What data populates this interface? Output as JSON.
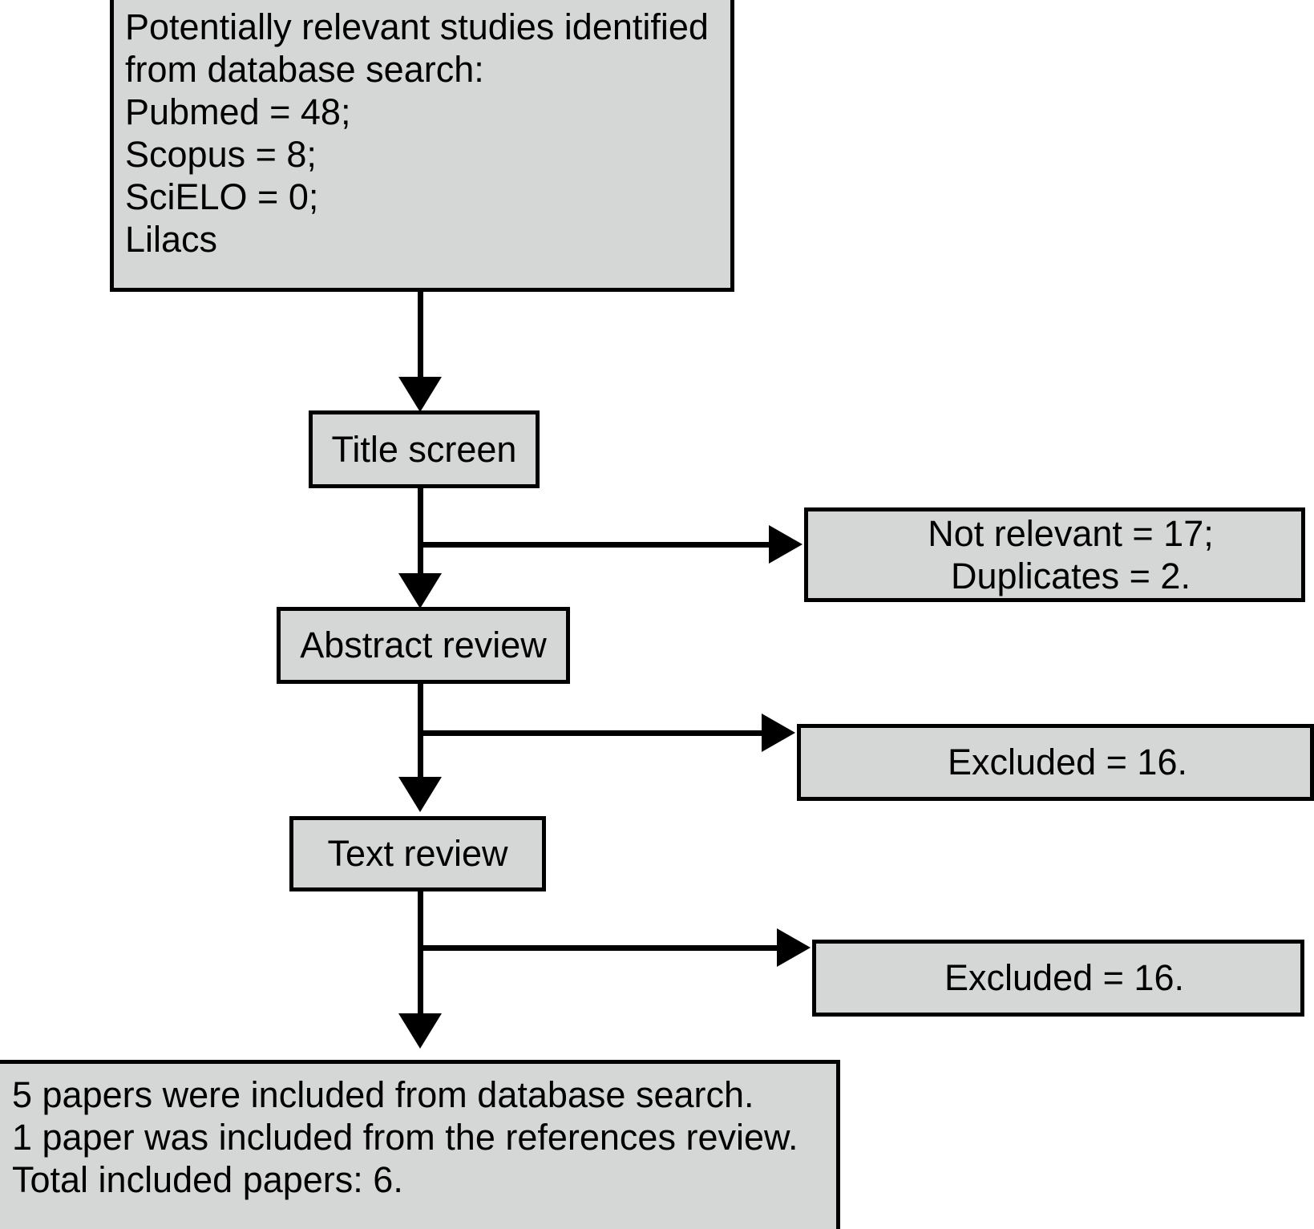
{
  "diagram": {
    "title": "PRISMA-style study selection flow diagram",
    "box_fill_color": "#d5d6d6",
    "box_border_color": "#000000",
    "background_color": "#ffffff",
    "nodes": {
      "database_search": {
        "lines": [
          "Potentially relevant studies identified",
          "from database search:",
          "Pubmed = 48;",
          "Scopus = 8;",
          "SciELO = 0;",
          "Lilacs"
        ]
      },
      "title_screen": {
        "label": "Title screen"
      },
      "not_relevant": {
        "lines": [
          "Not relevant = 17;",
          "Duplicates = 2."
        ]
      },
      "abstract_review": {
        "label": "Abstract review"
      },
      "excluded_abstract": {
        "label": "Excluded = 16."
      },
      "text_review": {
        "label": "Text review"
      },
      "excluded_text": {
        "label": "Excluded = 16."
      },
      "included_summary": {
        "lines": [
          "5 papers were included from database search.",
          "1 paper was included from the references review.",
          "Total included papers: 6."
        ]
      }
    }
  }
}
